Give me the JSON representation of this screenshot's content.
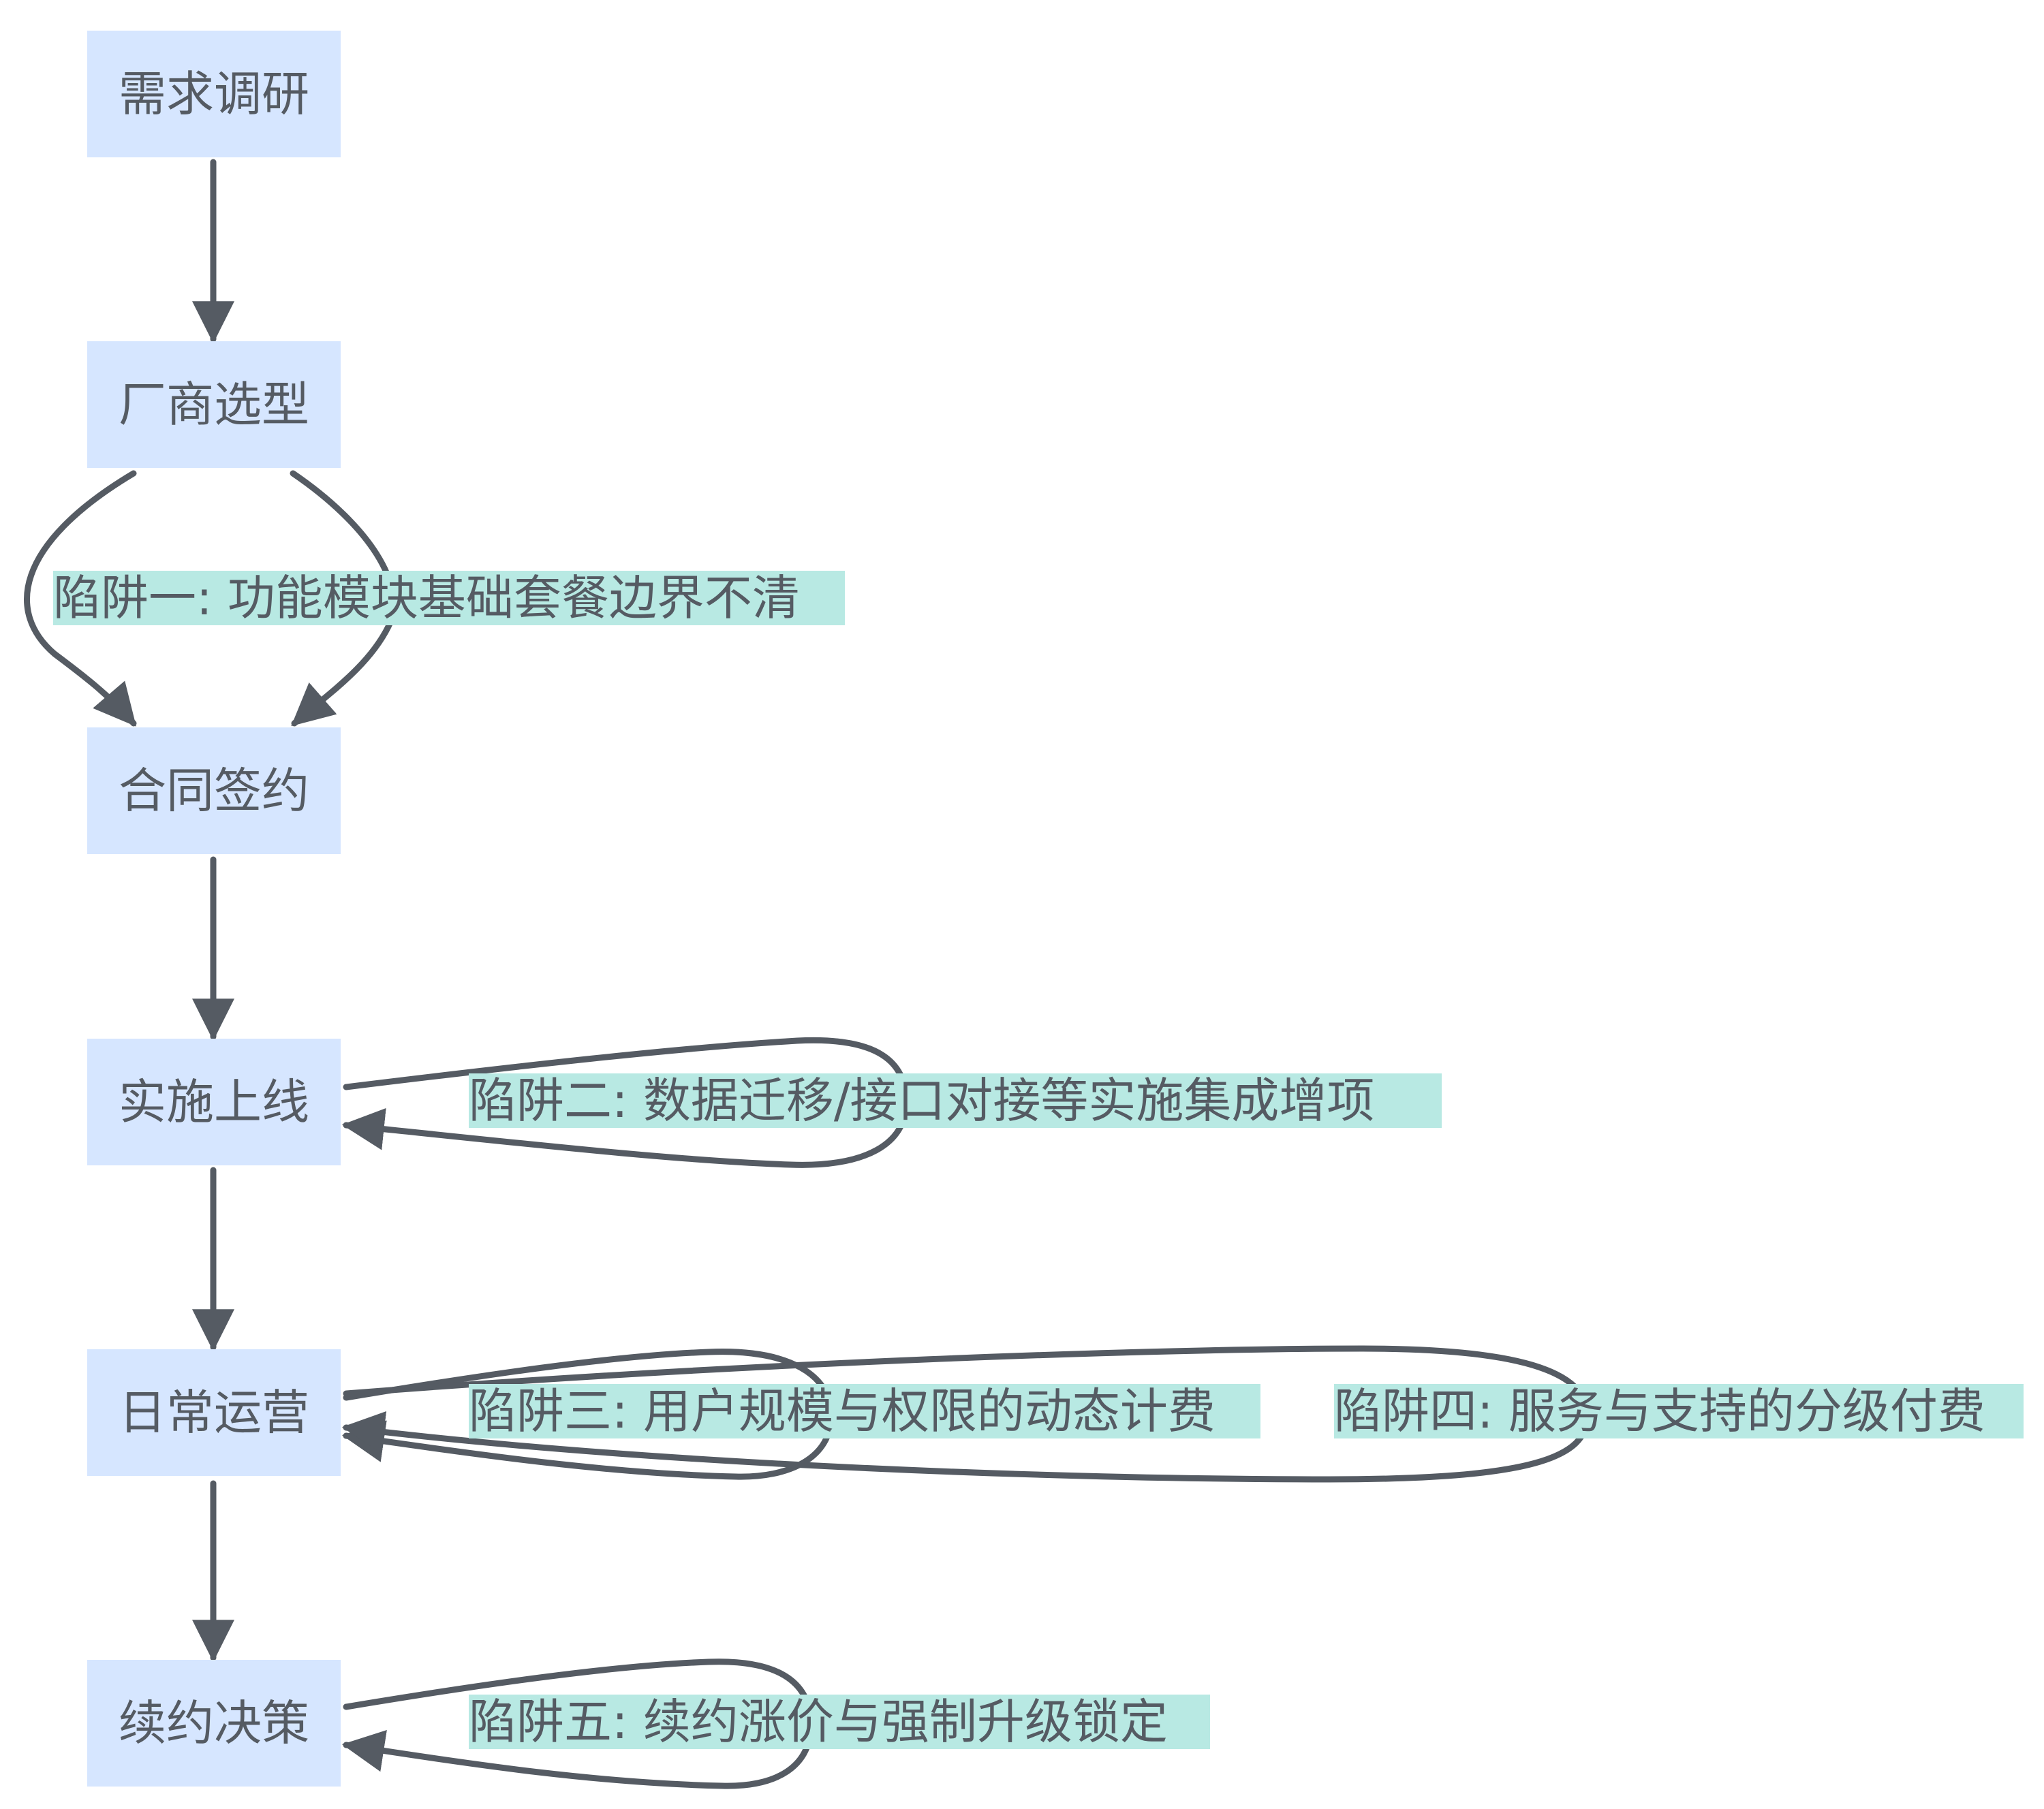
{
  "diagram": {
    "type": "flowchart",
    "direction": "top-down",
    "colors": {
      "node_fill": "#d6e6ff",
      "label_fill": "#b8e9e3",
      "edge": "#555b63",
      "text": "#555b63"
    },
    "nodes": [
      {
        "id": "n1",
        "label": "需求调研"
      },
      {
        "id": "n2",
        "label": "厂商选型"
      },
      {
        "id": "n3",
        "label": "合同签约"
      },
      {
        "id": "n4",
        "label": "实施上线"
      },
      {
        "id": "n5",
        "label": "日常运营"
      },
      {
        "id": "n6",
        "label": "续约决策"
      }
    ],
    "edge_labels": [
      {
        "id": "p1",
        "label": "陷阱一: 功能模块基础套餐边界不清"
      },
      {
        "id": "p2",
        "label": "陷阱二: 数据迁移/接口对接等实施集成增项"
      },
      {
        "id": "p3",
        "label": "陷阱三: 用户规模与权限的动态计费"
      },
      {
        "id": "p4",
        "label": "陷阱四: 服务与支持的分级付费"
      },
      {
        "id": "p5",
        "label": "陷阱五: 续约涨价与强制升级锁定"
      }
    ]
  }
}
